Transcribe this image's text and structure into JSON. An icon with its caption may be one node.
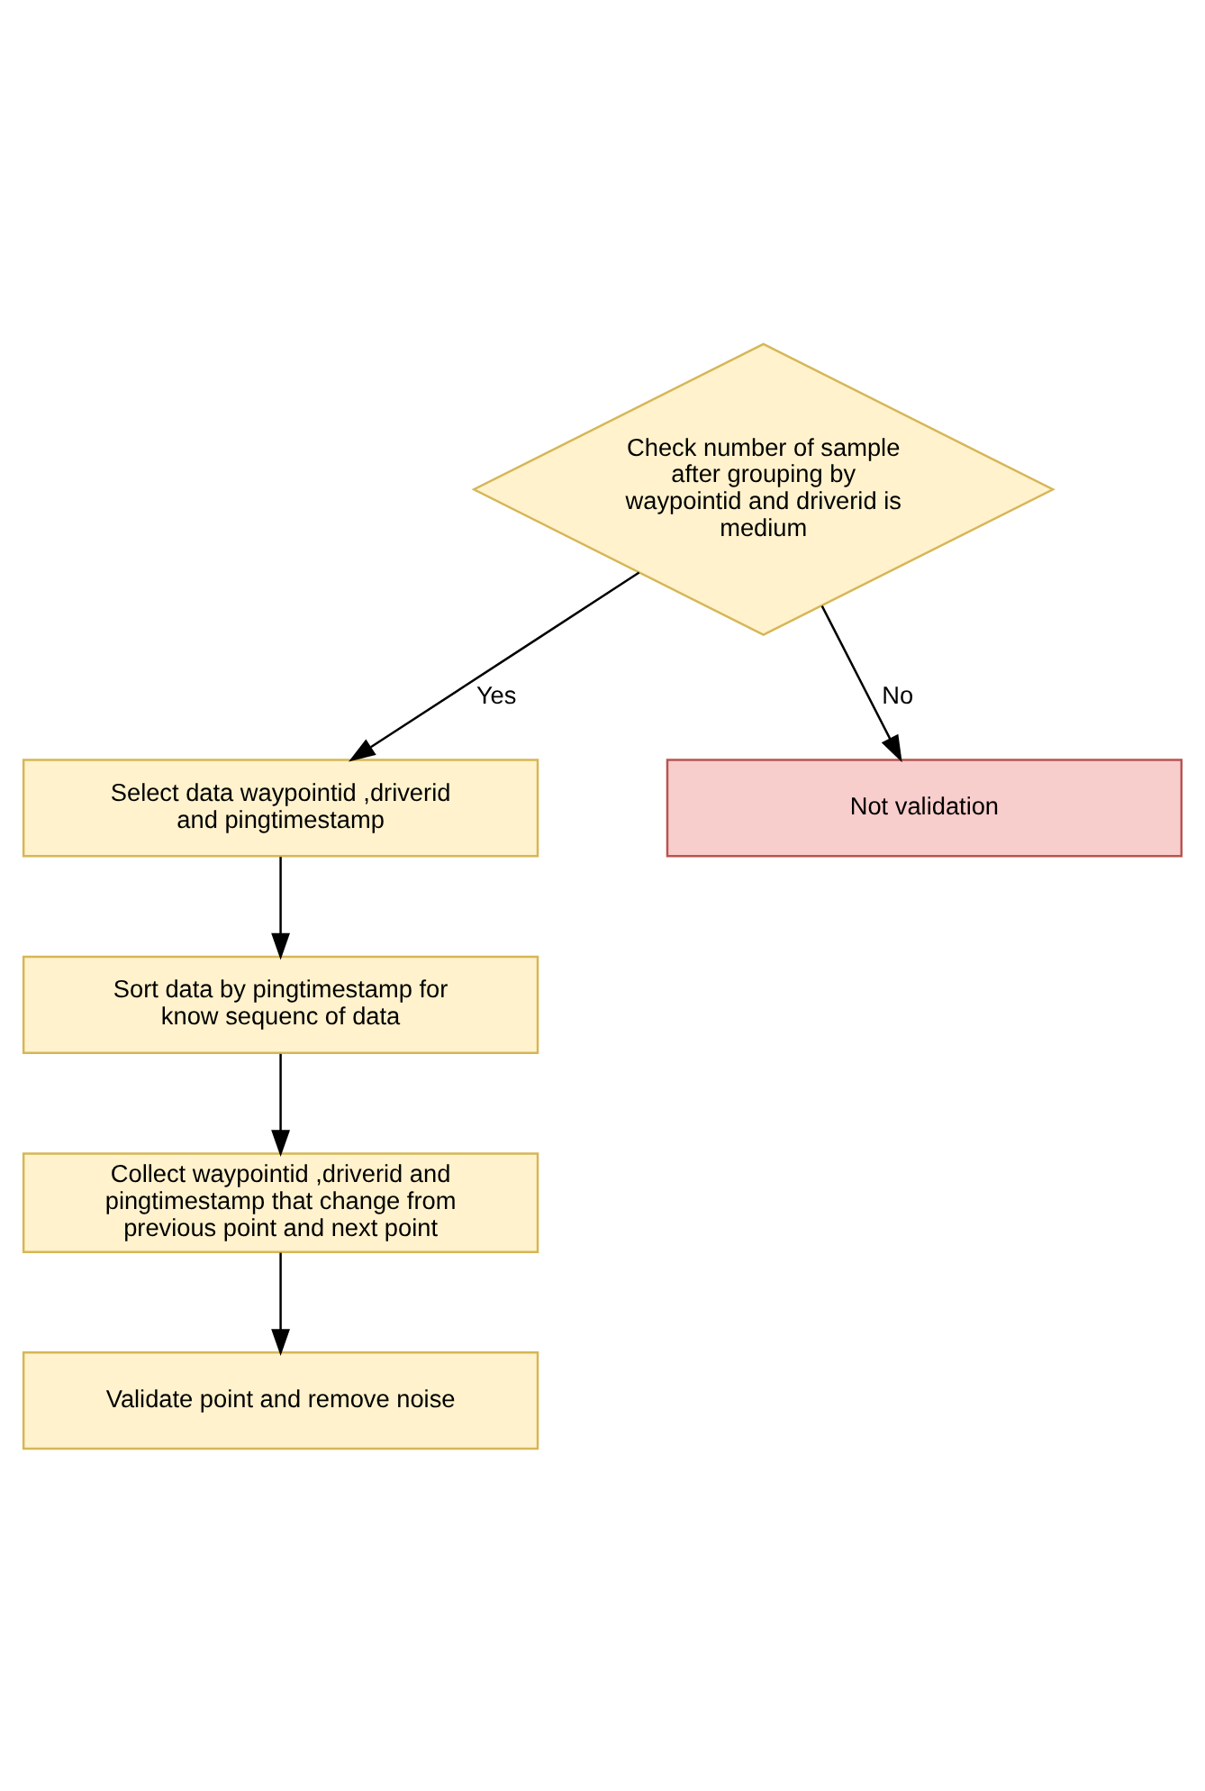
{
  "diagram": {
    "nodes": [
      {
        "text": [
          "Check number of sample after grouping by waypointid and driverid is medium"
        ]
      },
      {
        "text": [
          "Select data waypointid ,driverid and pingtimestamp"
        ]
      },
      {
        "text": [
          "Sort data by pingtimestamp for know sequenc of data"
        ]
      },
      {
        "text": [
          "Collect waypointid ,driverid and pingtimestamp that change from previous point and next point"
        ]
      },
      {
        "text": [
          "Validate point and remove noise"
        ]
      },
      {
        "text": [
          "Not validation"
        ]
      }
    ],
    "edges": [
      {
        "from": 0,
        "to": 1,
        "arrow": "to",
        "label": "Yes"
      },
      {
        "from": 0,
        "to": 5,
        "arrow": "to",
        "label": "No"
      },
      {
        "from": 1,
        "to": 2,
        "arrow": "to"
      },
      {
        "from": 2,
        "to": 3,
        "arrow": "to"
      },
      {
        "from": 3,
        "to": 4,
        "arrow": "to"
      }
    ]
  }
}
